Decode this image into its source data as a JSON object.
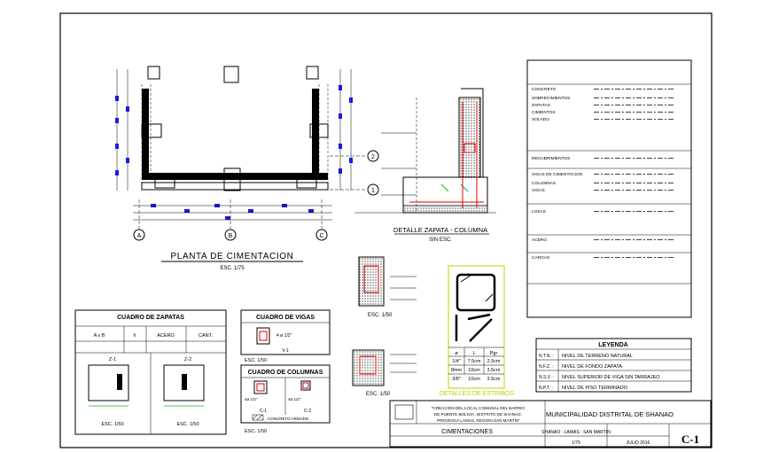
{
  "plan": {
    "title": "PLANTA  DE  CIMENTACION",
    "scale": "ESC. 1/75",
    "axis_letters": [
      "A",
      "B",
      "C"
    ],
    "axis_numbers": [
      "2",
      "1"
    ]
  },
  "footing_detail": {
    "title": "DETALLE ZAPATA  -  COLUMNA",
    "scale": "SIN ESC."
  },
  "footing_schedule": {
    "title": "CUADRO DE ZAPATAS",
    "headers": [
      "A x B",
      "h",
      "ACERO",
      "CANT."
    ],
    "labels": [
      "Z-1",
      "Z-2"
    ],
    "scales": [
      "ESC. 1/50",
      "ESC. 1/50"
    ]
  },
  "beams_schedule": {
    "title": "CUADRO DE VIGAS",
    "section_label": "V-1",
    "note": "4 ø 1/2\"",
    "scale": "ESC. 1/50"
  },
  "columns_schedule": {
    "title": "CUADRO DE COLUMNAS",
    "labels": [
      "C-1",
      "C-2"
    ],
    "notes": [
      "4ø 1/2\"",
      "4ø 1/2\""
    ],
    "hatch_note": "CONCRETO ARMADO",
    "scale": "ESC. 1/50"
  },
  "section_details": {
    "scales": [
      "ESC. 1/50",
      "ESC. 1/50"
    ]
  },
  "stirrups": {
    "title": "DETALLES DE ESTRIBOS",
    "headers": [
      "ø",
      "L",
      "Pgr"
    ],
    "rows": [
      [
        "1/4\"",
        "7.5cm",
        "2.5cm"
      ],
      [
        "8mm",
        "10cm",
        "3.5cm"
      ],
      [
        "3/8\"",
        "10cm",
        "3.5cm"
      ]
    ]
  },
  "specs": {
    "rows": [
      "CONCRETO",
      "SOBRECIMIENTOS",
      "ZAPATAS",
      "CIMIENTOS",
      "SOLADO",
      "RECUBRIMIENTOS",
      "VIGAS DE CIMENTACION",
      "COLUMNAS",
      "VIGAS",
      "LOSAS",
      "ACERO",
      "CARGAS"
    ]
  },
  "legend": {
    "title": "LEYENDA",
    "rows": [
      {
        "code": "N.T.N. :",
        "text": "NIVEL  DE  TERRENO  NATURAL"
      },
      {
        "code": "N.F.Z. :",
        "text": "NIVEL  DE  FONDO  ZAPATA"
      },
      {
        "code": "N.S.V. :",
        "text": "NIVEL  SUPERIOR  DE  VIGA  SIN  TARRAJEO"
      },
      {
        "code": "N.P.T. :",
        "text": "NIVEL  DE  PISO  TERMINADO"
      }
    ]
  },
  "title_block": {
    "project": "\"CREACION DEL LOCAL COMUNAL DEL BARRIO DE PUENTE BOLIVIA, DISTRITO DE SHANAO, PROVINCIA LAMAS, REGION SAN MARTIN\"",
    "client": "MUNICIPALIDAD DISTRITAL DE SHANAO",
    "location": "SHANAO - LAMAS - SAN MARTIN",
    "sheet_name": "CIMENTACIONES",
    "scale": "1/75",
    "date": "JULIO 2016",
    "sheet_number": "C-1"
  },
  "colors": {
    "blue": "#1a1adf",
    "red": "#dd0000",
    "green": "#20b020",
    "paper": "#ffffff"
  }
}
